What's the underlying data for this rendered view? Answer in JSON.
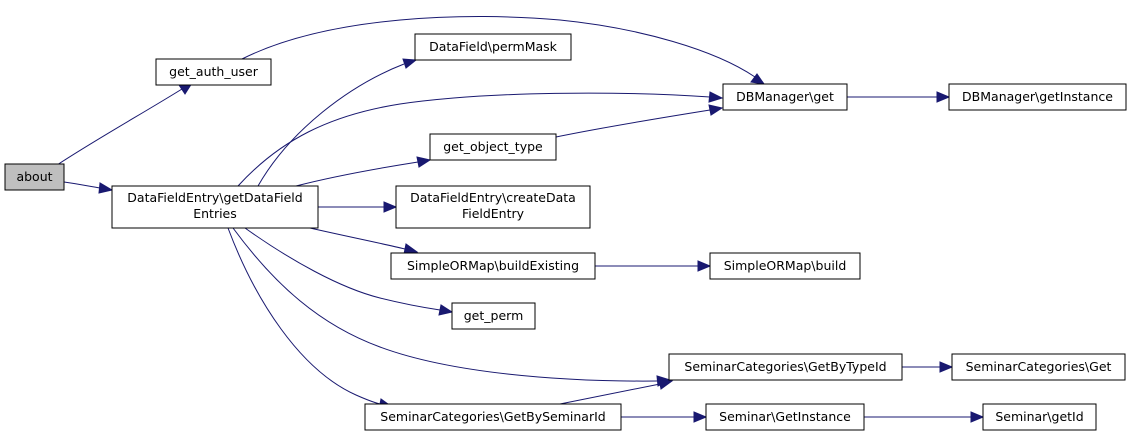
{
  "nodes": {
    "about": "about",
    "get_auth_user": "get_auth_user",
    "datafield_permmask": "DataField\\permMask",
    "dbmanager_get": "DBManager\\get",
    "dbmanager_getinstance": "DBManager\\getInstance",
    "get_object_type": "get_object_type",
    "datafieldentry_getdatafieldentries_line1": "DataFieldEntry\\getDataField",
    "datafieldentry_getdatafieldentries_line2": "Entries",
    "datafieldentry_createdatafieldentry_line1": "DataFieldEntry\\createData",
    "datafieldentry_createdatafieldentry_line2": "FieldEntry",
    "simpleormap_buildexisting": "SimpleORMap\\buildExisting",
    "simpleormap_build": "SimpleORMap\\build",
    "get_perm": "get_perm",
    "seminarcategories_getbytypeid": "SeminarCategories\\GetByTypeId",
    "seminarcategories_get": "SeminarCategories\\Get",
    "seminarcategories_getbyseminarid": "SeminarCategories\\GetBySeminarId",
    "seminar_getinstance": "Seminar\\GetInstance",
    "seminar_getid": "Seminar\\getId"
  },
  "colors": {
    "edge": "#191970",
    "current_node_fill": "#bfbfbf",
    "node_fill": "#ffffff",
    "node_border": "#000000"
  }
}
